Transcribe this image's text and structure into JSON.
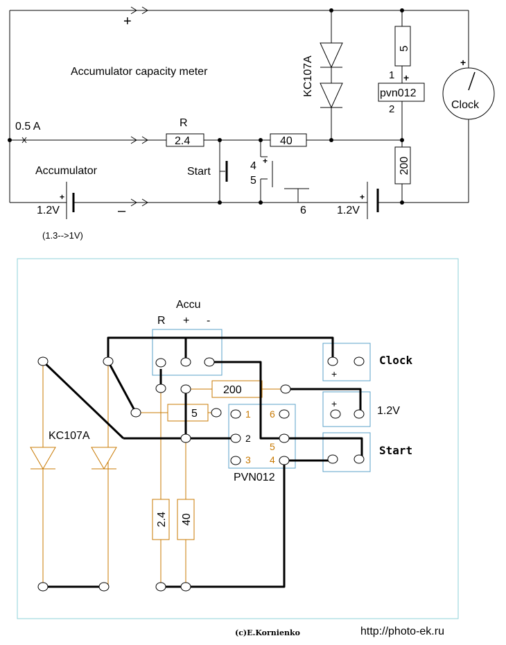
{
  "schematic": {
    "title": "Accumulator capacity meter",
    "plus_sign": "+",
    "minus_sign": "–",
    "current_label": "0.5 A",
    "r_label": "R",
    "r_value": "2.4",
    "r40_value": "40",
    "r5_value": "5",
    "r200_value": "200",
    "diode_label": "KC107A",
    "relay_label": "pvn012",
    "relay_pin1": "1",
    "relay_pin2": "2",
    "relay_plus": "+",
    "clock_label": "Clock",
    "clock_plus": "+",
    "start_label": "Start",
    "accumulator_label": "Accumulator",
    "accu_voltage": "1.2V",
    "accu_range": "(1.3-->1V)",
    "batt2_voltage": "1.2V",
    "pin4": "4",
    "pin5": "5",
    "pin6": "6",
    "pin_plus": "+"
  },
  "board": {
    "accu_title": "Accu",
    "accu_r": "R",
    "accu_plus": "+",
    "accu_minus": "-",
    "clock_label": "Clock",
    "clock_plus": "+",
    "v12_label": "1.2V",
    "v12_plus": "+",
    "start_label": "Start",
    "diode_label": "KC107A",
    "r200": "200",
    "r5": "5",
    "r24": "2.4",
    "r40": "40",
    "pvn_label": "PVN012",
    "pins": {
      "p1": "1",
      "p2": "2",
      "p3": "3",
      "p4": "4",
      "p5": "5",
      "p6": "6"
    },
    "colors": {
      "trace": "#c87800",
      "box": "#5aa0c8",
      "frame": "#8cd0d8"
    }
  },
  "footer": {
    "copyright": "(c)E.Kornienko",
    "url": "http://photo-ek.ru"
  }
}
